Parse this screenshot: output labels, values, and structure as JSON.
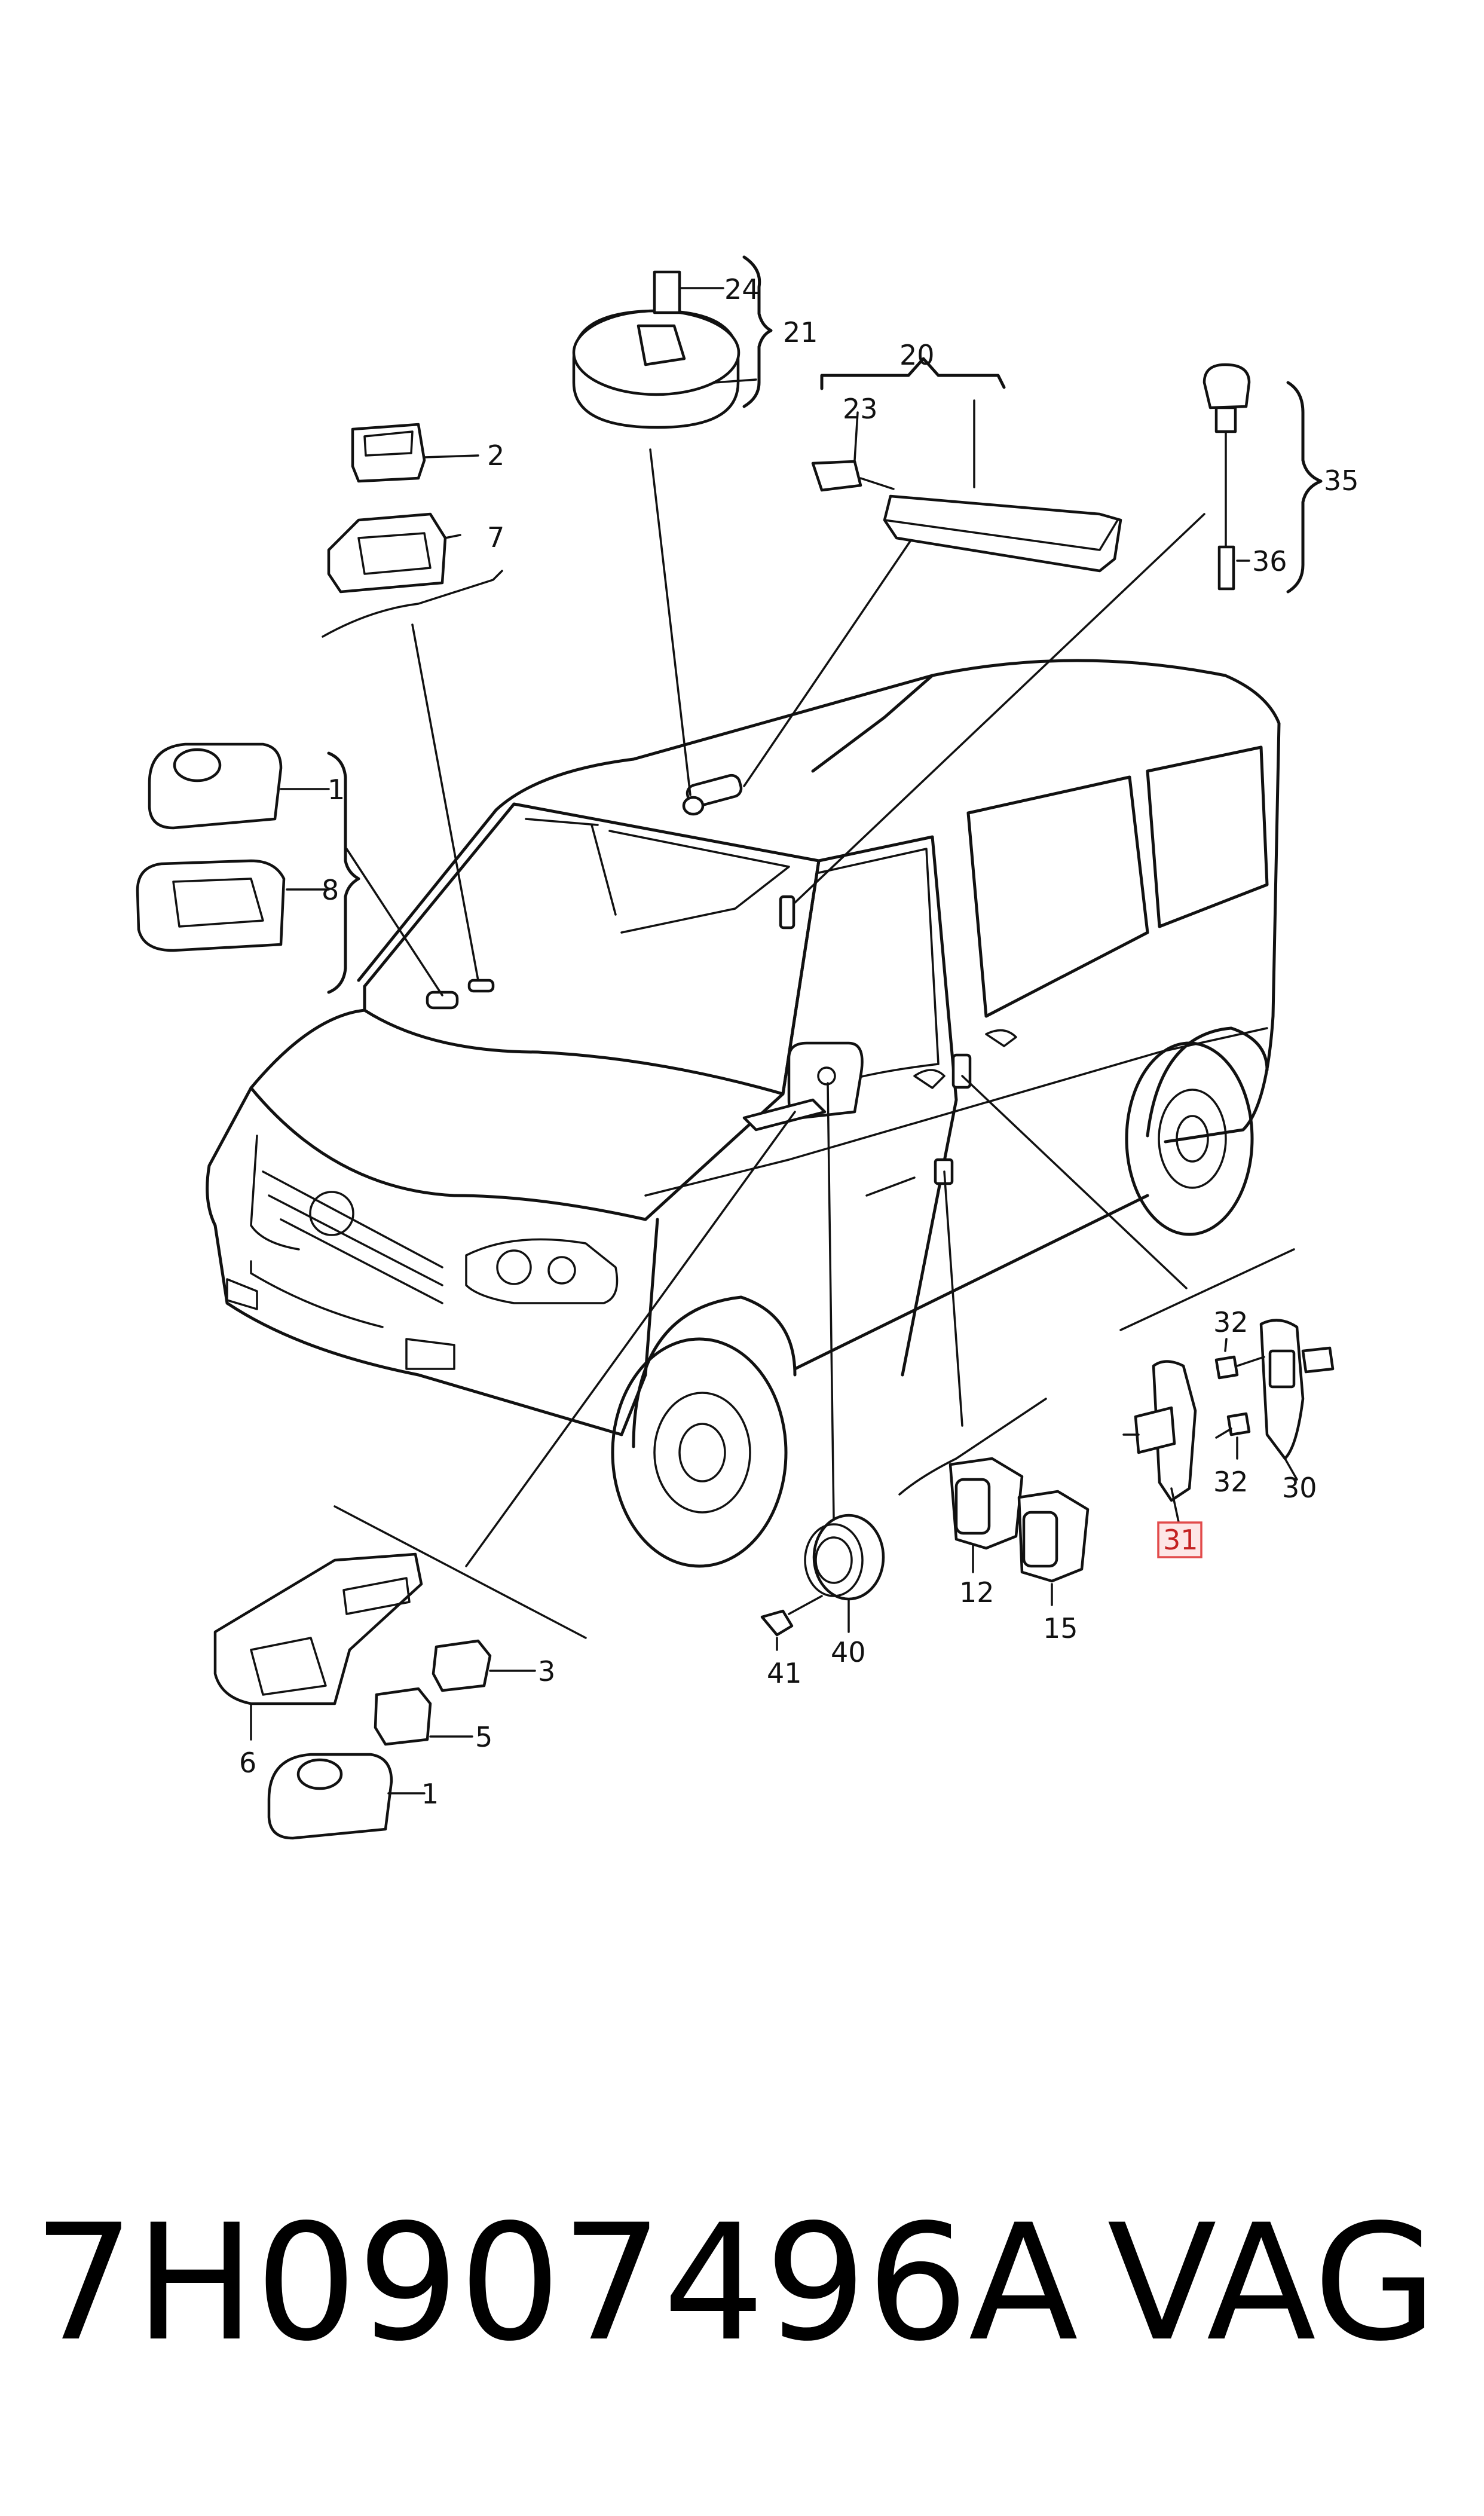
{
  "callouts": {
    "c24": "24",
    "c21": "21",
    "c20": "20",
    "c23": "23",
    "c2": "2",
    "c7": "7",
    "c35": "35",
    "c36": "36",
    "c1a": "1",
    "c8": "8",
    "c32a": "32",
    "c32b": "32",
    "c30": "30",
    "c31": "31",
    "c12": "12",
    "c15": "15",
    "c40": "40",
    "c41": "41",
    "c3": "3",
    "c5": "5",
    "c6": "6",
    "c1b": "1"
  },
  "highlight": {
    "part": "31",
    "color": "#e24b4b"
  },
  "footer": {
    "part_number": "7H0907496A",
    "brand": "VAG"
  }
}
